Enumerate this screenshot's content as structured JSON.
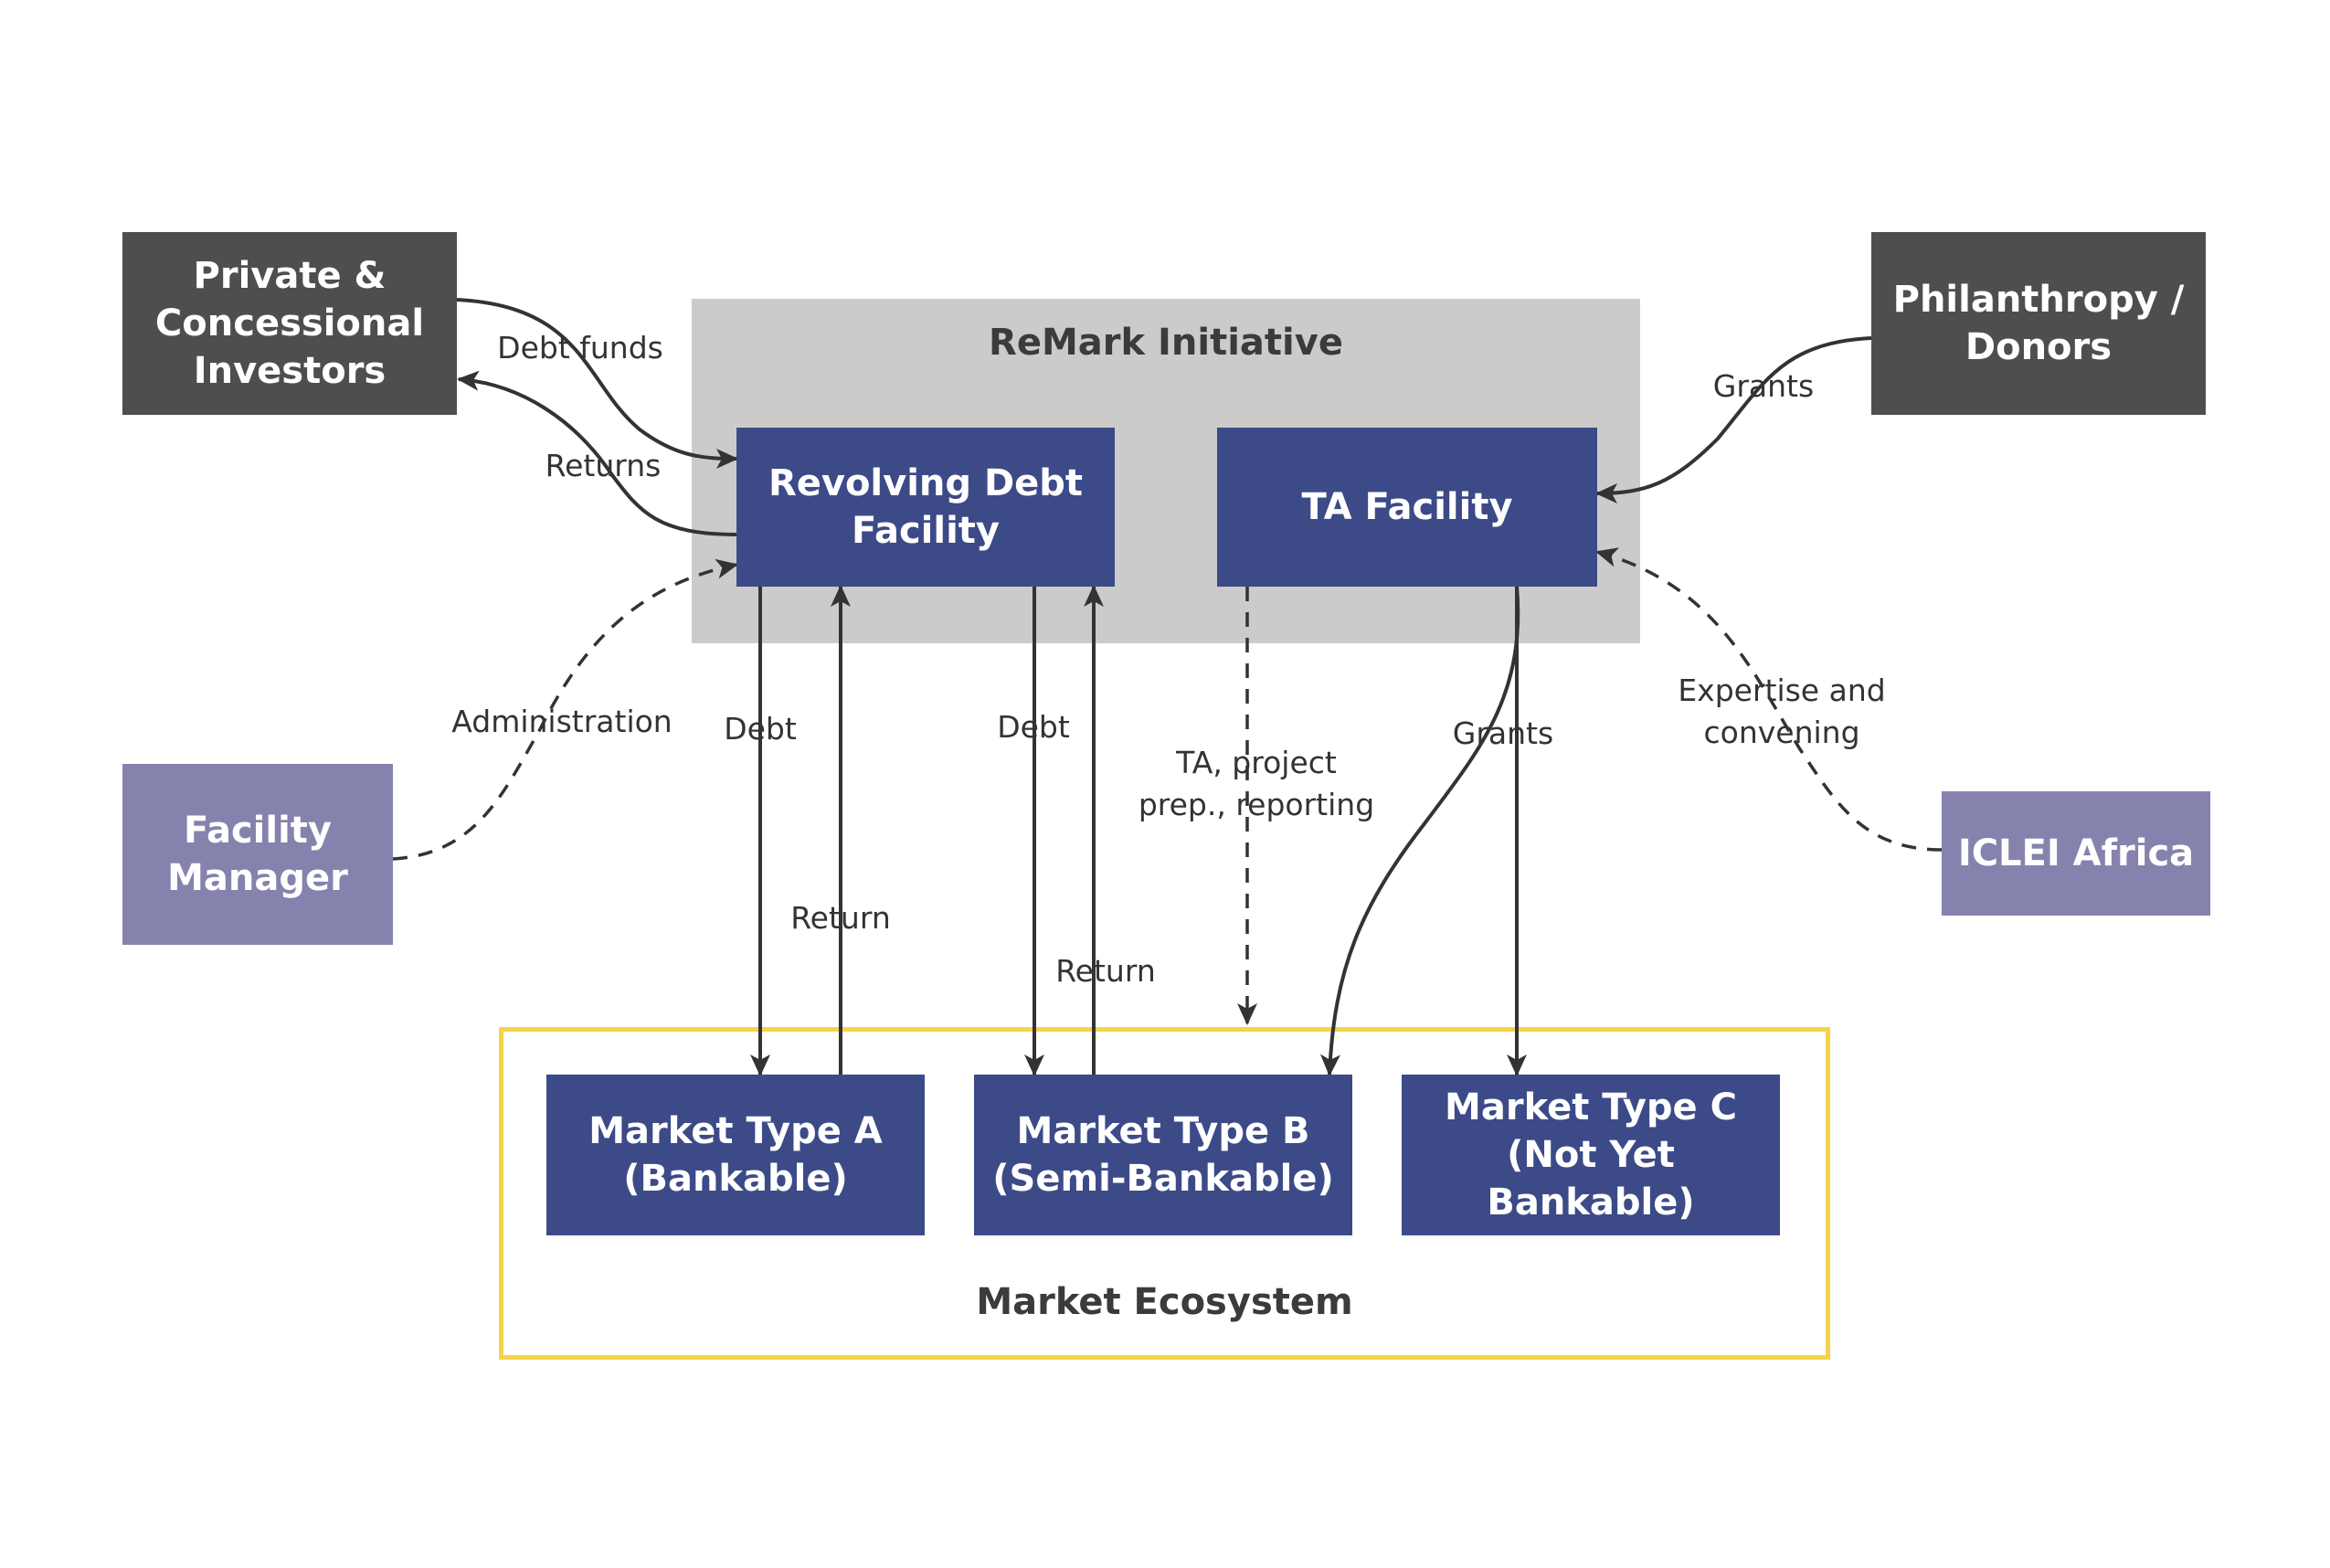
{
  "regions": {
    "initiative": {
      "title": "ReMark Initiative",
      "fill": "#cccbca"
    },
    "ecosystem": {
      "title": "Market Ecosystem",
      "border": "#f5d547"
    }
  },
  "nodes": {
    "investors": "Private &\nConcessional\nInvestors",
    "philanthropy": "Philanthropy /\nDonors",
    "revolving": "Revolving Debt\nFacility",
    "ta": "TA Facility",
    "manager": "Facility\nManager",
    "iclei": "ICLEI Africa",
    "market_a": "Market Type A\n(Bankable)",
    "market_b": "Market Type B\n(Semi-Bankable)",
    "market_c": "Market Type C\n(Not Yet Bankable)"
  },
  "edges": {
    "debt_funds": "Debt funds",
    "returns": "Returns",
    "grants_top": "Grants",
    "administration": "Administration",
    "expertise": "Expertise and\nconvening",
    "debt_a": "Debt",
    "return_a": "Return",
    "debt_b": "Debt",
    "return_b": "Return",
    "ta_support": "TA, project\nprep., reporting",
    "grants_down": "Grants"
  },
  "colors": {
    "dark_box": "#4d4e4e",
    "navy_box": "#3c4a88",
    "lavender_box": "#8583ad",
    "arrow": "#333333"
  }
}
